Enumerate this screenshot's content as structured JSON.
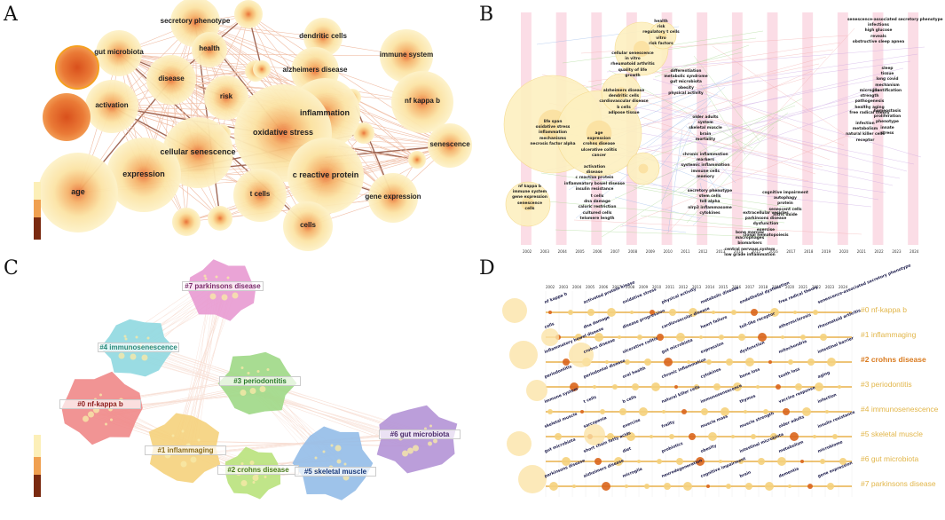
{
  "panels": {
    "a": {
      "label": "A"
    },
    "b": {
      "label": "B"
    },
    "c": {
      "label": "C"
    },
    "d": {
      "label": "D"
    }
  },
  "panel_a": {
    "nodes": [
      {
        "name": "secretory phenotype"
      },
      {
        "name": "health"
      },
      {
        "name": "dendritic cells"
      },
      {
        "name": "gut microbiota"
      },
      {
        "name": "immune system"
      },
      {
        "name": "alzheimers disease"
      },
      {
        "name": "disease"
      },
      {
        "name": "nf kappa b"
      },
      {
        "name": "risk"
      },
      {
        "name": "activation"
      },
      {
        "name": "inflammation"
      },
      {
        "name": "oxidative stress"
      },
      {
        "name": "senescence"
      },
      {
        "name": "cellular senescence"
      },
      {
        "name": "expression"
      },
      {
        "name": "c reactive protein"
      },
      {
        "name": "age"
      },
      {
        "name": "t cells"
      },
      {
        "name": "gene expression"
      },
      {
        "name": "cells"
      }
    ]
  },
  "panel_b": {
    "years": [
      "2002",
      "2003",
      "2004",
      "2005",
      "2006",
      "2007",
      "2008",
      "2009",
      "2010",
      "2011",
      "2012",
      "2013",
      "2014",
      "2015",
      "2016",
      "2017",
      "2018",
      "2019",
      "2020",
      "2021",
      "2022",
      "2023",
      "2024"
    ],
    "labels": [
      "health",
      "risk",
      "regulatory t cells",
      "vitro",
      "risk factors",
      "cellular senescence",
      "in vitro",
      "rheumatoid arthritis",
      "quality of life",
      "growth",
      "differentiation",
      "metabolic syndrome",
      "gut microbiota",
      "obesity",
      "physical activity",
      "alzheimers disease",
      "dendritic cells",
      "cardiovascular disease",
      "b cells",
      "adipose tissue",
      "life span",
      "oxidative stress",
      "inflammation",
      "mechanisms",
      "necrosis factor alpha",
      "age",
      "expression",
      "crohns disease",
      "ulcerative colitis",
      "cancer",
      "older adults",
      "system",
      "skeletal muscle",
      "brain",
      "mortality",
      "chronic inflammation",
      "markers",
      "systemic inflammation",
      "immune cells",
      "memory",
      "secretory phenotype",
      "stem cells",
      "toll alpha",
      "nlrp3 inflammasome",
      "cytokines",
      "activation",
      "disease",
      "c reactive protein",
      "inflammatory bowel disease",
      "insulin resistance",
      "t cells",
      "dna damage",
      "caloric restriction",
      "cultured cells",
      "telomere length",
      "nf kappa b",
      "immune system",
      "gene expression",
      "senescence",
      "cells",
      "cognitive impairment",
      "autophagy",
      "protein",
      "senescent cells",
      "nitric oxide",
      "extracellular vesicles",
      "parkinsons disease",
      "dysfunction",
      "exercise",
      "clonal hematopoiesis",
      "bone marrow",
      "macrophages",
      "biomarkers",
      "central nervous system",
      "low grade inflammation",
      "senescence-associated secretory phenotype",
      "infections",
      "high glucose",
      "reveals",
      "obstructive sleep apnea",
      "sleep",
      "tissue",
      "long covid",
      "mechanism",
      "identification",
      "microglia",
      "strength",
      "pathogenesis",
      "healthy aging",
      "free radical theory",
      "homeostasis",
      "proliferation",
      "phenotype",
      "innate",
      "stress",
      "infection",
      "metabolism",
      "natural killer cells",
      "receptor"
    ]
  },
  "panel_c": {
    "clusters": [
      {
        "label": "#7 parkinsons disease",
        "color": "#e89ad2"
      },
      {
        "label": "#4 immunosenescence",
        "color": "#8fd8e0"
      },
      {
        "label": "#3 periodontitis",
        "color": "#9fd886"
      },
      {
        "label": "#0 nf-kappa b",
        "color": "#f08888"
      },
      {
        "label": "#6 gut microbiota",
        "color": "#b493d6"
      },
      {
        "label": "#1 inflammaging",
        "color": "#f5d27c"
      },
      {
        "label": "#2 crohns disease",
        "color": "#b9e27c"
      },
      {
        "label": "#5 skeletal muscle",
        "color": "#94bde8"
      }
    ]
  },
  "panel_d": {
    "years": [
      "2002",
      "2003",
      "2004",
      "2005",
      "2006",
      "2007",
      "2008",
      "2009",
      "2010",
      "2011",
      "2012",
      "2013",
      "2014",
      "2015",
      "2016",
      "2017",
      "2018",
      "2019",
      "2020",
      "2021",
      "2022",
      "2023",
      "2024"
    ],
    "clusters": [
      {
        "label": "#0 nf-kappa b",
        "color": "#e2b64a"
      },
      {
        "label": "#1 inflammaging",
        "color": "#e2b64a"
      },
      {
        "label": "#2 crohns disease",
        "color": "#d97a1e"
      },
      {
        "label": "#3 periodontitis",
        "color": "#e2b64a"
      },
      {
        "label": "#4 immunosenescence",
        "color": "#e2b64a"
      },
      {
        "label": "#5 skeletal muscle",
        "color": "#e2b64a"
      },
      {
        "label": "#6 gut microbiota",
        "color": "#e2b64a"
      },
      {
        "label": "#7 parkinsons disease",
        "color": "#e2b64a"
      }
    ],
    "row_labels": [
      [
        "nf kappa b",
        "activated protein kinase",
        "oxidative stress",
        "physical activity",
        "metabolic disease",
        "endothelial dysfunction",
        "free radical theory",
        "senescence-associated secretory phenotype"
      ],
      [
        "cells",
        "dna damage",
        "disease progression",
        "cardiovascular disease",
        "heart failure",
        "toll-like receptor",
        "atherosclerosis",
        "rheumatoid arthritis"
      ],
      [
        "inflammatory bowel disease",
        "crohns disease",
        "ulcerative colitis",
        "gut microbiota",
        "expression",
        "dysfunction",
        "mitochondria",
        "intestinal barrier"
      ],
      [
        "periodontitis",
        "periodontal disease",
        "oral health",
        "chronic inflammation",
        "cytokines",
        "bone loss",
        "tooth loss",
        "aging"
      ],
      [
        "immune system",
        "t cells",
        "b cells",
        "natural killer cells",
        "immunosenescence",
        "thymus",
        "vaccine response",
        "infection"
      ],
      [
        "skeletal muscle",
        "sarcopenia",
        "exercise",
        "frailty",
        "muscle mass",
        "muscle strength",
        "older adults",
        "insulin resistance"
      ],
      [
        "gut microbiota",
        "short chain fatty acids",
        "diet",
        "probiotics",
        "obesity",
        "intestinal microbiota",
        "metabolism",
        "microbiome"
      ],
      [
        "parkinsons disease",
        "alzheimers disease",
        "microglia",
        "neurodegeneration",
        "cognitive impairment",
        "brain",
        "dementia",
        "gene expression"
      ]
    ]
  }
}
